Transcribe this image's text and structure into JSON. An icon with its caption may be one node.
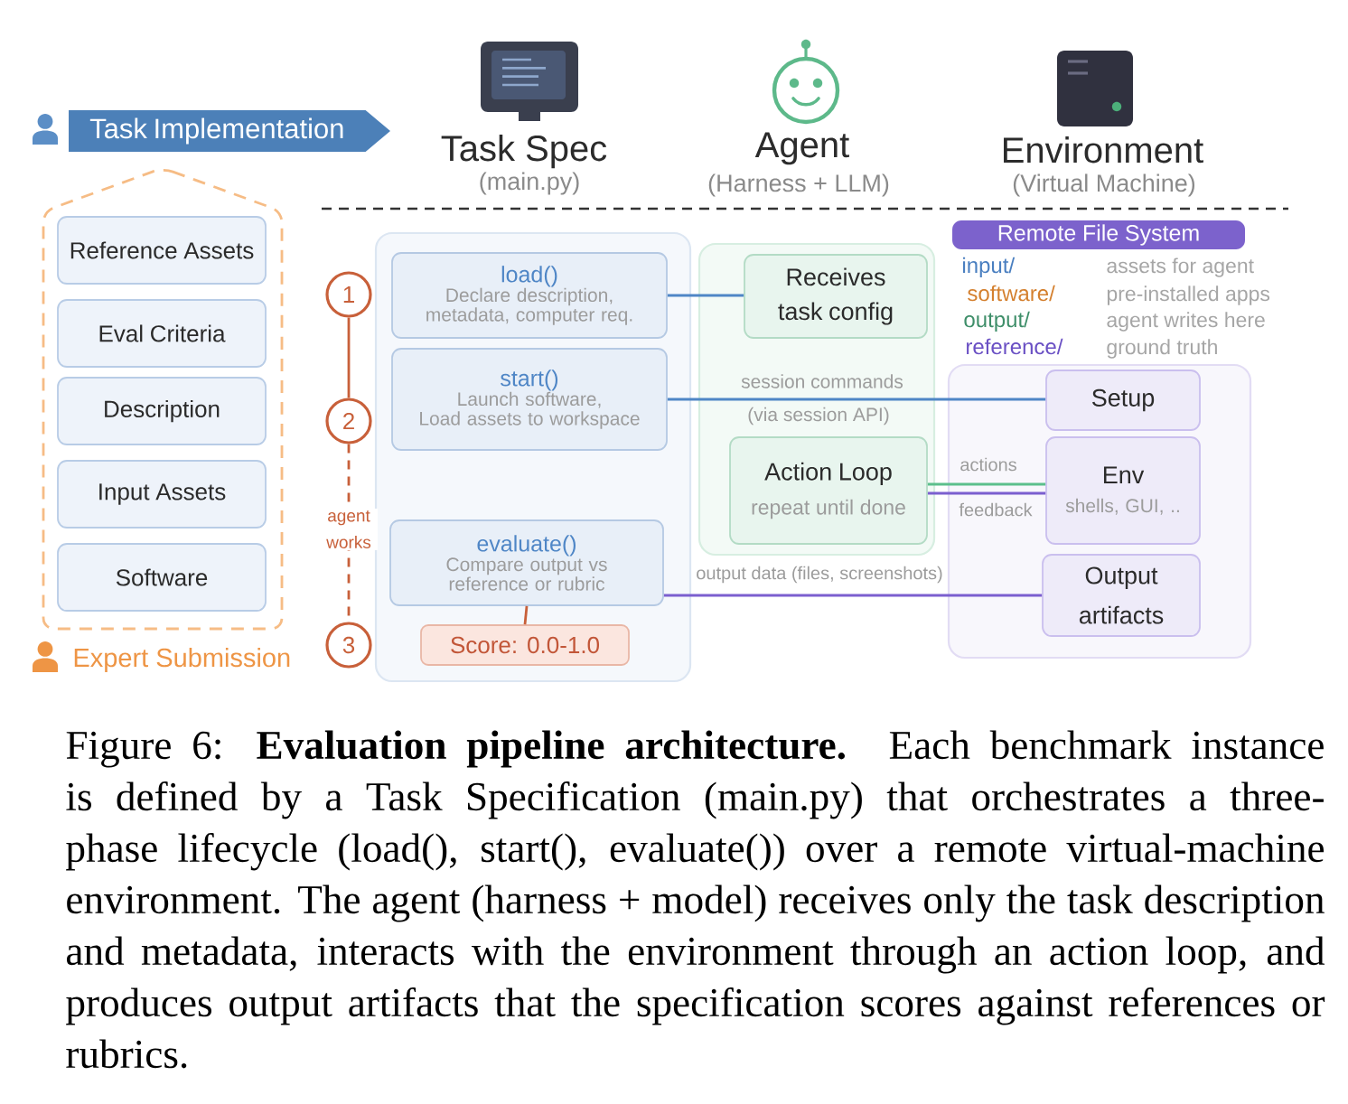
{
  "diagram": {
    "caption": "Figure 6: **Evaluation pipeline architecture.** Each benchmark instance is defined by a Task Specification (main.py) that orchestrates a three-phase lifecycle (load(), start(), evaluate()) over a remote virtual-machine environment. The agent (harness + model) receives only the task description and metadata, interacts with the environment through an action loop, and produces output artifacts that the specification scores against references or rubrics.",
    "nodes": [
      {
        "text": [
          "Task Implementation"
        ]
      },
      {
        "text": [],
        "shape": "pentagon",
        "beside": [
          "Expert Submission"
        ]
      },
      {
        "text": [
          "Reference Assets"
        ],
        "in": 1
      },
      {
        "text": [
          "Eval Criteria"
        ],
        "in": 1
      },
      {
        "text": [
          "Description"
        ],
        "in": 1
      },
      {
        "text": [
          "Input Assets"
        ],
        "in": 1
      },
      {
        "text": [
          "Software"
        ],
        "in": 1
      },
      {
        "text": [],
        "shape": "box"
      },
      {
        "text": [
          "load()",
          "Declare description, metadata, computer req."
        ],
        "in": 7
      },
      {
        "text": [
          "start()",
          "Launch software, Load assets to workspace"
        ],
        "in": 7
      },
      {
        "text": [
          "evaluate()",
          "Compare output vs reference or rubric"
        ],
        "in": 7
      },
      {
        "text": [
          "Score: 0.0-1.0"
        ],
        "in": 7
      },
      {
        "text": [
          "1"
        ]
      },
      {
        "text": [
          "2"
        ]
      },
      {
        "text": [
          "3"
        ]
      },
      {
        "text": [],
        "shape": "box"
      },
      {
        "text": [
          "Receives task config"
        ],
        "in": 15
      },
      {
        "text": [
          "Action Loop",
          "repeat until done"
        ],
        "in": 15
      },
      {
        "text": [
          "Remote File System"
        ]
      },
      {
        "text": [],
        "shape": "box"
      },
      {
        "text": [
          "Setup"
        ],
        "in": 19
      },
      {
        "text": [
          "Env",
          "shells, GUI, .."
        ],
        "in": 19
      },
      {
        "text": [
          "Output artifacts"
        ],
        "in": 19
      }
    ],
    "edges": [
      {
        "from": 8,
        "to": 16,
        "arrow": "none",
        "color": "#4f86c6"
      },
      {
        "from": 9,
        "to": 20,
        "arrow": "none",
        "label": "session commands",
        "color": "#4f86c6"
      },
      {
        "from": 17,
        "to": 21,
        "arrow": "none",
        "label": "actions",
        "color": "#5cbf8c"
      },
      {
        "from": 21,
        "to": 17,
        "arrow": "none",
        "label": "feedback",
        "color": "#7b5fcf"
      },
      {
        "from": 10,
        "to": 22,
        "arrow": "none",
        "label": "output data (files, screenshots)",
        "color": "#7b5fcf"
      },
      {
        "from": 10,
        "to": 11,
        "arrow": "none",
        "color": "#c8603a"
      },
      {
        "from": 12,
        "to": 13,
        "arrow": "none",
        "color": "#c8603a"
      },
      {
        "from": 13,
        "to": 14,
        "arrow": "none",
        "style": "dashed",
        "label": "agent works",
        "color": "#c8603a"
      }
    ],
    "labels": [
      "Task Spec",
      "(main.py)",
      "Agent",
      "(Harness + LLM)",
      "Environment",
      "(Virtual Machine)",
      "input/",
      "assets for agent",
      "software/",
      "pre-installed apps",
      "output/",
      "agent writes here",
      "reference/",
      "ground truth",
      "(via session API)"
    ]
  }
}
